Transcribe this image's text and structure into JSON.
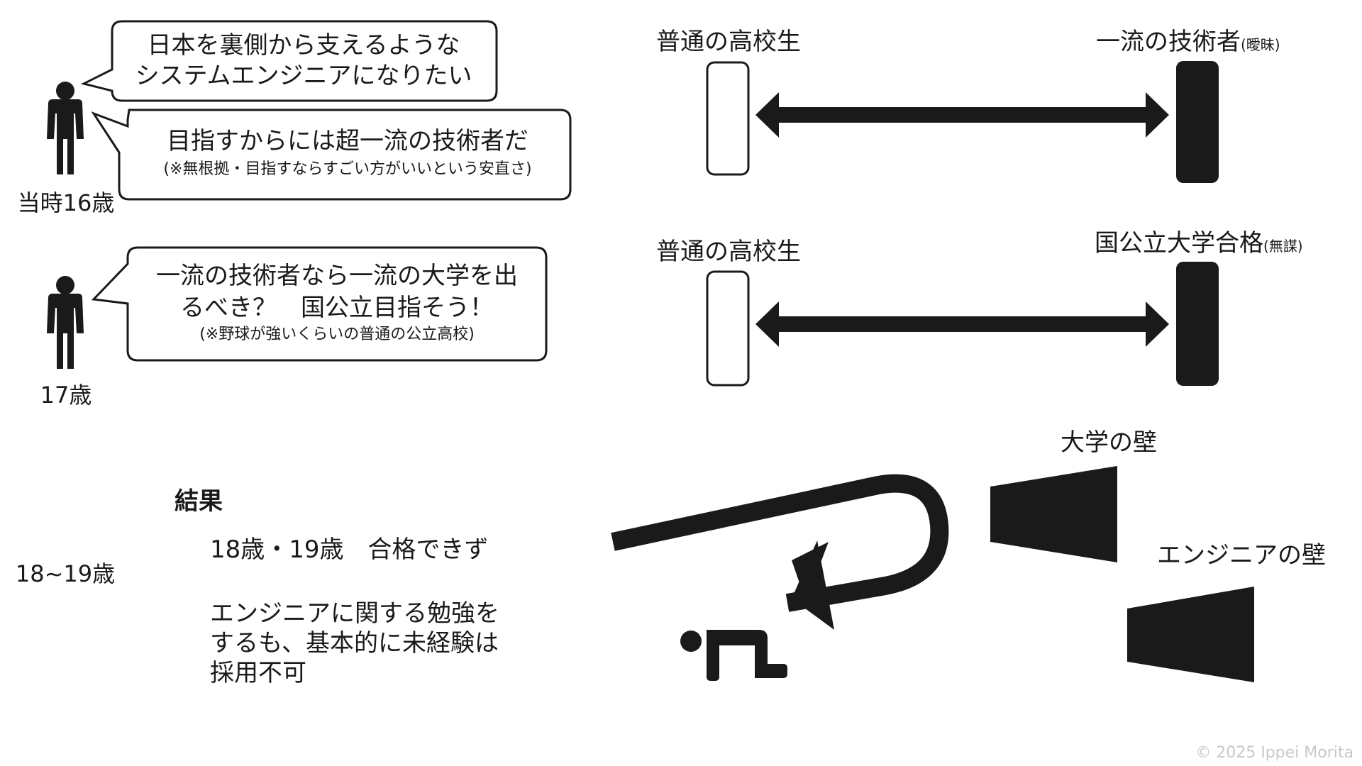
{
  "section1": {
    "bubble1_lines": [
      "日本を裏側から支えるような",
      "システムエンジニアになりたい"
    ],
    "bubble2_line": "目指すからには超一流の技術者だ",
    "bubble2_note": "(※無根拠・目指すならすごい方がいいという安直さ)",
    "age": "当時16歳",
    "bar_left": "普通の高校生",
    "bar_right": "一流の技術者",
    "bar_right_note": "(曖昧)"
  },
  "section2": {
    "bubble_lines": [
      "一流の技術者なら一流の大学を出",
      "るべき？　国公立目指そう！"
    ],
    "bubble_note": "(※野球が強いくらいの普通の公立高校)",
    "age": "17歳",
    "bar_left": "普通の高校生",
    "bar_right": "国公立大学合格",
    "bar_right_note": "(無謀)"
  },
  "section3": {
    "age": "18~19歳",
    "result_title": "結果",
    "result_line1": "18歳・19歳　合格できず",
    "result_lines": [
      "エンジニアに関する勉強を",
      "するも、基本的に未経験は",
      "採用不可"
    ],
    "wall1": "大学の壁",
    "wall2": "エンジニアの壁"
  },
  "copyright": "© 2025 Ippei Morita",
  "colors": {
    "ink": "#1a1a1a",
    "muted": "#c8c8c8",
    "background": "#ffffff"
  }
}
